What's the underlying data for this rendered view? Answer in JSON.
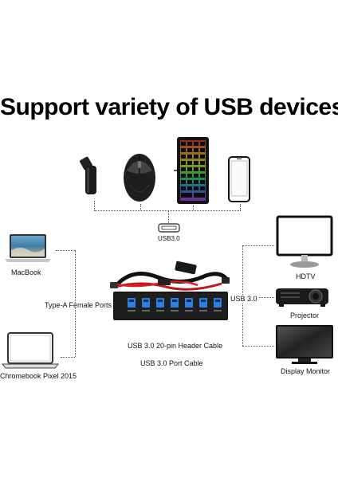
{
  "headline": "Support variety of USB devices",
  "hub_label": "USB3.0",
  "devices_left": {
    "macbook": "MacBook",
    "chromebook": "Chromebook Pixel 2015",
    "ports_label": "Type-A Female Ports"
  },
  "center": {
    "header_cable": "USB 3.0 20-pin Header Cable",
    "port_cable": "USB 3.0 Port Cable",
    "port_count": 7
  },
  "devices_right": {
    "usb_label": "USB 3.0",
    "hdtv": "HDTV",
    "projector": "Projector",
    "monitor": "Display Monitor"
  }
}
